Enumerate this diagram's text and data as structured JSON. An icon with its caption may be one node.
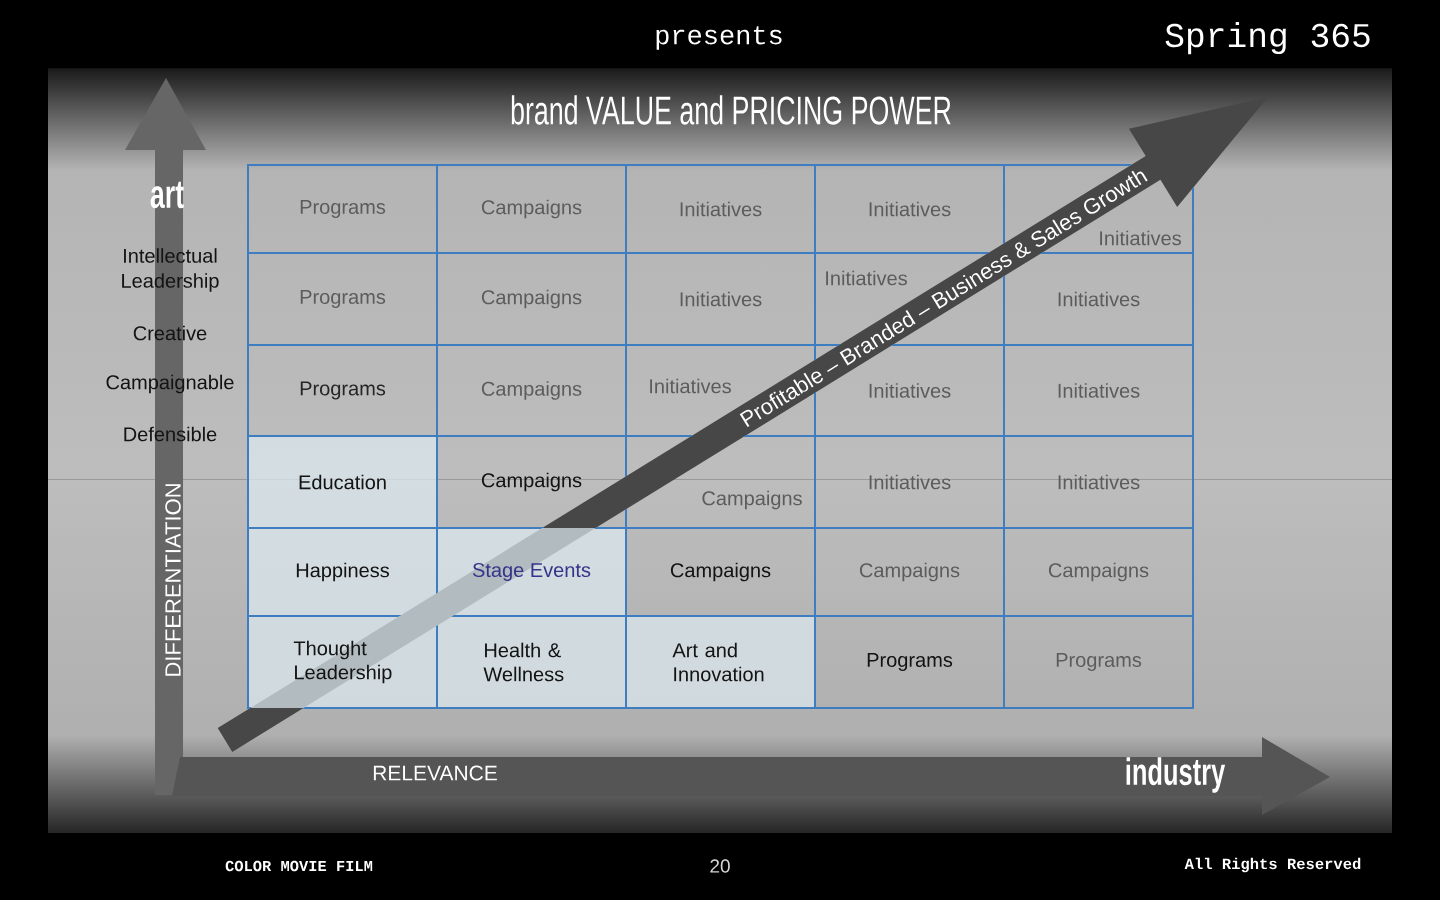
{
  "diagram": {
    "title": "brand VALUE and PRICING POWER",
    "nodes": [
      {
        "text": [
          "Programs"
        ]
      },
      {
        "text": [
          "Campaigns"
        ]
      },
      {
        "text": [
          "Initiatives"
        ]
      },
      {
        "text": [
          "Initiatives"
        ]
      },
      {
        "text": [
          "Initiatives"
        ]
      },
      {
        "text": [
          "Programs"
        ]
      },
      {
        "text": [
          "Campaigns"
        ]
      },
      {
        "text": [
          "Initiatives"
        ]
      },
      {
        "text": [
          "Initiatives"
        ]
      },
      {
        "text": [
          "Initiatives"
        ]
      },
      {
        "text": [
          "Programs"
        ]
      },
      {
        "text": [
          "Campaigns"
        ]
      },
      {
        "text": [
          "Initiatives"
        ]
      },
      {
        "text": [
          "Initiatives"
        ]
      },
      {
        "text": [
          "Initiatives"
        ]
      },
      {
        "text": [
          "Education"
        ]
      },
      {
        "text": [
          "Campaigns"
        ]
      },
      {
        "text": [
          "Campaigns"
        ]
      },
      {
        "text": [
          "Initiatives"
        ]
      },
      {
        "text": [
          "Initiatives"
        ]
      },
      {
        "text": [
          "Happiness"
        ]
      },
      {
        "text": [
          "Stage Events"
        ]
      },
      {
        "text": [
          "Campaigns"
        ]
      },
      {
        "text": [
          "Campaigns"
        ]
      },
      {
        "text": [
          "Campaigns"
        ]
      },
      {
        "text": [
          "Thought Leadership"
        ]
      },
      {
        "text": [
          "Health & Wellness"
        ]
      },
      {
        "text": [
          "Art and Innovation"
        ]
      },
      {
        "text": [
          "Programs"
        ]
      },
      {
        "text": [
          "Programs"
        ]
      }
    ],
    "labels": [
      "presents",
      "Spring 365",
      "art",
      "Intellectual Leadership",
      "Creative",
      "Campaignable",
      "Defensible",
      "Profitable – Branded – Business & Sales Growth",
      "DIFFERENTIATION",
      "RELEVANCE",
      "industry",
      "COLOR MOVIE FILM",
      "20",
      "All Rights Reserved"
    ]
  }
}
